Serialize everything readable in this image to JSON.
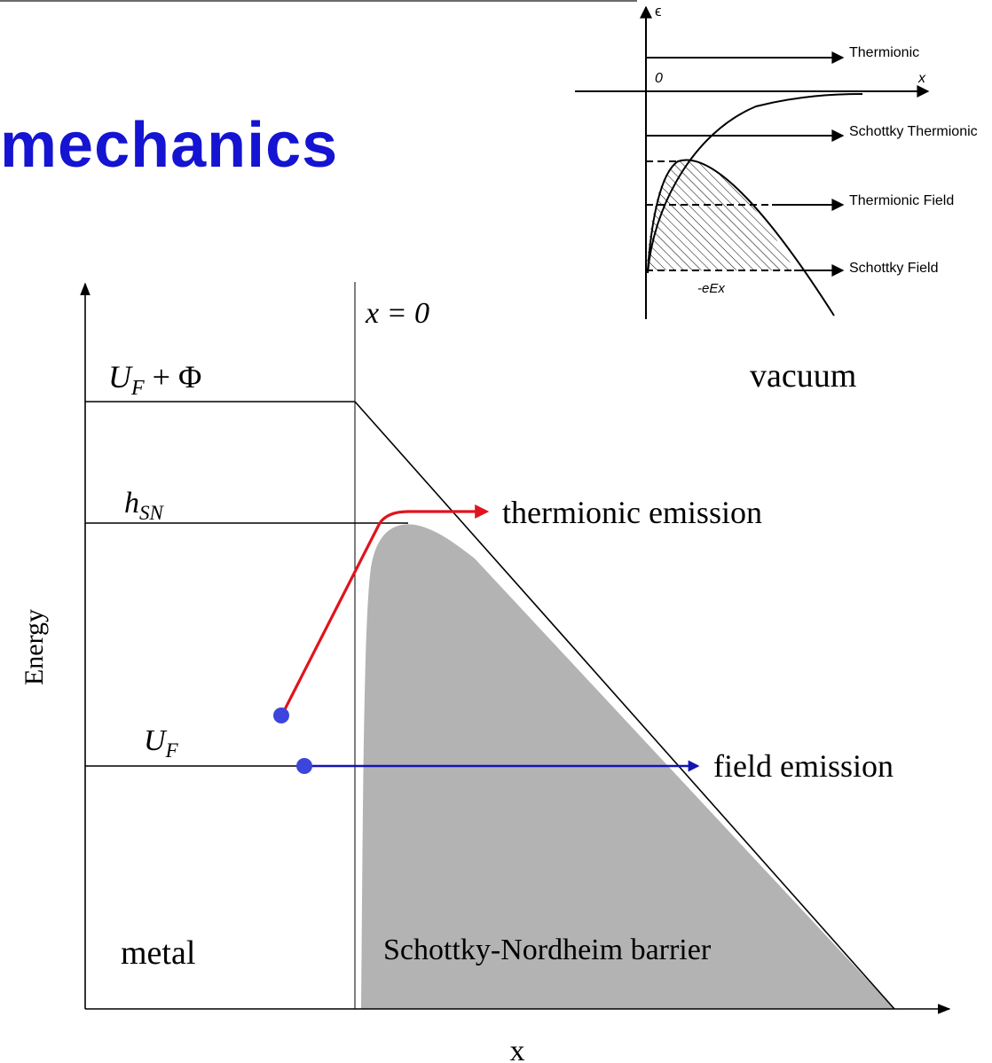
{
  "slide": {
    "title": "mechanics",
    "title_color": "#1414d2"
  },
  "main_diagram": {
    "axis_y_label": "Energy",
    "axis_x_label": "x",
    "origin_label": "x = 0",
    "level_top_label": "U",
    "level_top_sub": "F",
    "level_top_suffix": " + Φ",
    "level_peak_label": "h",
    "level_peak_sub": "SN",
    "level_fermi_label": "U",
    "level_fermi_sub": "F",
    "region_vacuum": "vacuum",
    "region_metal": "metal",
    "barrier_label": "Schottky-Nordheim barrier",
    "path_thermionic_label": "thermionic emission",
    "path_field_label": "field emission",
    "colors": {
      "barrier_fill": "#b3b3b3",
      "thermionic_path": "#e0141e",
      "field_path": "#1414b4",
      "electron_dot": "#3c46dc"
    }
  },
  "inset_diagram": {
    "axis_y_label": "ϵ",
    "axis_x_label": "x",
    "origin_label": "0",
    "arrows": [
      "Thermionic",
      "Schottky Thermionic",
      "Thermionic Field",
      "Schottky Field"
    ],
    "potential_label": "-eEx"
  }
}
